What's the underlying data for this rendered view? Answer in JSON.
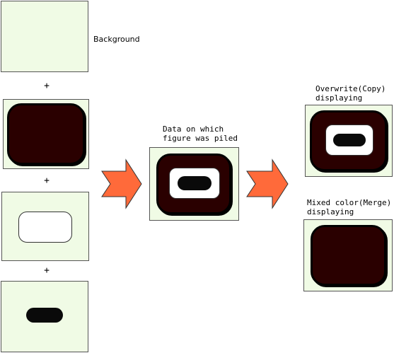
{
  "inputs": {
    "background_label": "Background",
    "plus_symbol": "+"
  },
  "piled": {
    "label_line1": "Data on which",
    "label_line2": "figure was piled"
  },
  "outputs": {
    "copy_label_line1": "Overwrite(Copy)",
    "copy_label_line2": "displaying",
    "merge_label_line1": "Mixed color(Merge)",
    "merge_label_line2": "displaying"
  },
  "colors": {
    "panel_bg": "#f0fbe5",
    "dark_fill": "#2a0000",
    "arrow_fill": "#ff6a3a"
  }
}
